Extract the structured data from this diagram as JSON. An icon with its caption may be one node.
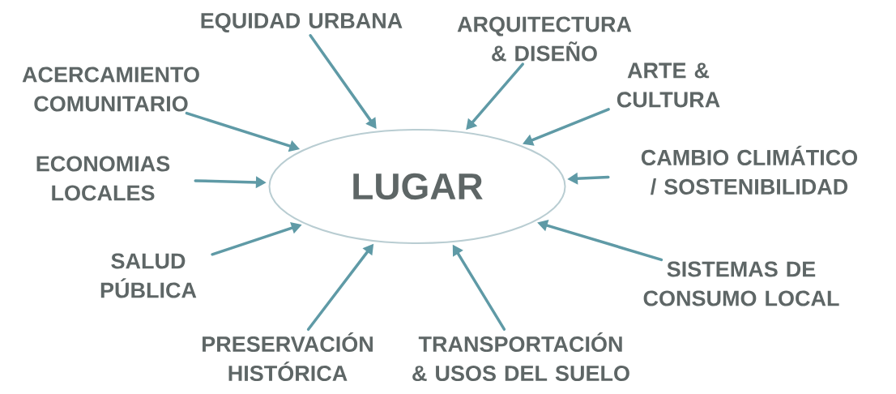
{
  "diagram": {
    "nodes": [
      {
        "text": [
          "LUGAR"
        ]
      },
      {
        "text": [
          "EQUIDAD URBANA"
        ]
      },
      {
        "text": [
          "ARQUITECTURA & DISEÑO"
        ]
      },
      {
        "text": [
          "ACERCAMIENTO COMUNITARIO"
        ]
      },
      {
        "text": [
          "ARTE & CULTURA"
        ]
      },
      {
        "text": [
          "ECONOMIAS LOCALES"
        ]
      },
      {
        "text": [
          "CAMBIO CLIMÁTICO / SOSTENIBILIDAD"
        ]
      },
      {
        "text": [
          "SALUD PÚBLICA"
        ]
      },
      {
        "text": [
          "SISTEMAS DE CONSUMO LOCAL"
        ]
      },
      {
        "text": [
          "PRESERVACIÓN HISTÓRICA"
        ]
      },
      {
        "text": [
          "TRANSPORTACIÓN & USOS DEL SUELO"
        ]
      }
    ],
    "edges": [
      {
        "from": 1,
        "to": 0,
        "arrow": "to"
      },
      {
        "from": 2,
        "to": 0,
        "arrow": "to"
      },
      {
        "from": 3,
        "to": 0,
        "arrow": "to"
      },
      {
        "from": 4,
        "to": 0,
        "arrow": "to"
      },
      {
        "from": 5,
        "to": 0,
        "arrow": "to"
      },
      {
        "from": 6,
        "to": 0,
        "arrow": "to"
      },
      {
        "from": 7,
        "to": 0,
        "arrow": "to"
      },
      {
        "from": 8,
        "to": 0,
        "arrow": "to"
      },
      {
        "from": 9,
        "to": 0,
        "arrow": "to"
      },
      {
        "from": 10,
        "to": 0,
        "arrow": "to"
      }
    ]
  }
}
